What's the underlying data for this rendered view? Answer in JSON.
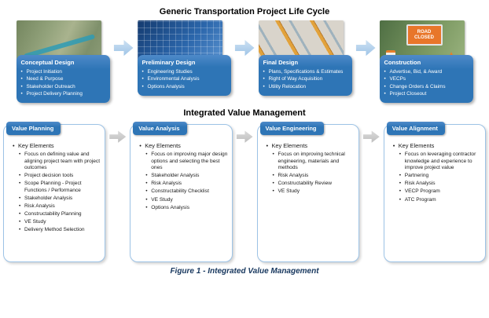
{
  "titles": {
    "lifecycle": "Generic Transportation Project Life Cycle",
    "ivm": "Integrated Value Management",
    "caption": "Figure 1 - Integrated Value Management"
  },
  "lifecycle": {
    "phases": [
      {
        "title": "Conceptual Design",
        "items": [
          "Project Initiation",
          "Need & Purpose",
          "Stakeholder Outreach",
          "Project Delivery Planning"
        ]
      },
      {
        "title": "Preliminary Design",
        "items": [
          "Engineering Studies",
          "Environmental Analysis",
          "Options Analysis"
        ]
      },
      {
        "title": "Final Design",
        "items": [
          "Plans, Specifications & Estimates",
          "Right of Way Acquisition",
          "Utility Relocation"
        ]
      },
      {
        "title": "Construction",
        "items": [
          "Advertise, Bid, & Award",
          "VECPs",
          "Change Orders & Claims",
          "Project Closeout"
        ],
        "photo_sign": "ROAD CLOSED"
      }
    ]
  },
  "ivm": {
    "key_elements_label": "Key Elements",
    "stages": [
      {
        "title": "Value Planning",
        "items": [
          "Focus on defining value and aligning project team with project outcomes",
          "Project decision tools",
          "Scope Planning - Project Functions / Performance",
          "Stakeholder Analysis",
          "Risk Analysis",
          "Constructability Planning",
          "VE Study",
          "Delivery Method Selection"
        ]
      },
      {
        "title": "Value Analysis",
        "items": [
          "Focus on improving major design options and selecting the best ones",
          "Stakeholder Analysis",
          "Risk Analysis",
          "Constructability Checklist",
          "VE Study",
          "Options Analysis"
        ]
      },
      {
        "title": "Value Engineering",
        "items": [
          "Focus on improving technical engineering, materials and methods",
          "Risk Analysis",
          "Constructability Review",
          "VE Study"
        ]
      },
      {
        "title": "Value Alignment",
        "items": [
          "Focus on leveraging contractor knowledge and experience to improve project value",
          "Partnering",
          "Risk Analysis",
          "VECP Program",
          "ATC Program"
        ]
      }
    ]
  },
  "colors": {
    "box_blue": "#2e75b6",
    "arrow_light_blue": "#9dc3e6",
    "arrow_gray": "#bdbdbd",
    "caption_blue": "#17375e"
  }
}
